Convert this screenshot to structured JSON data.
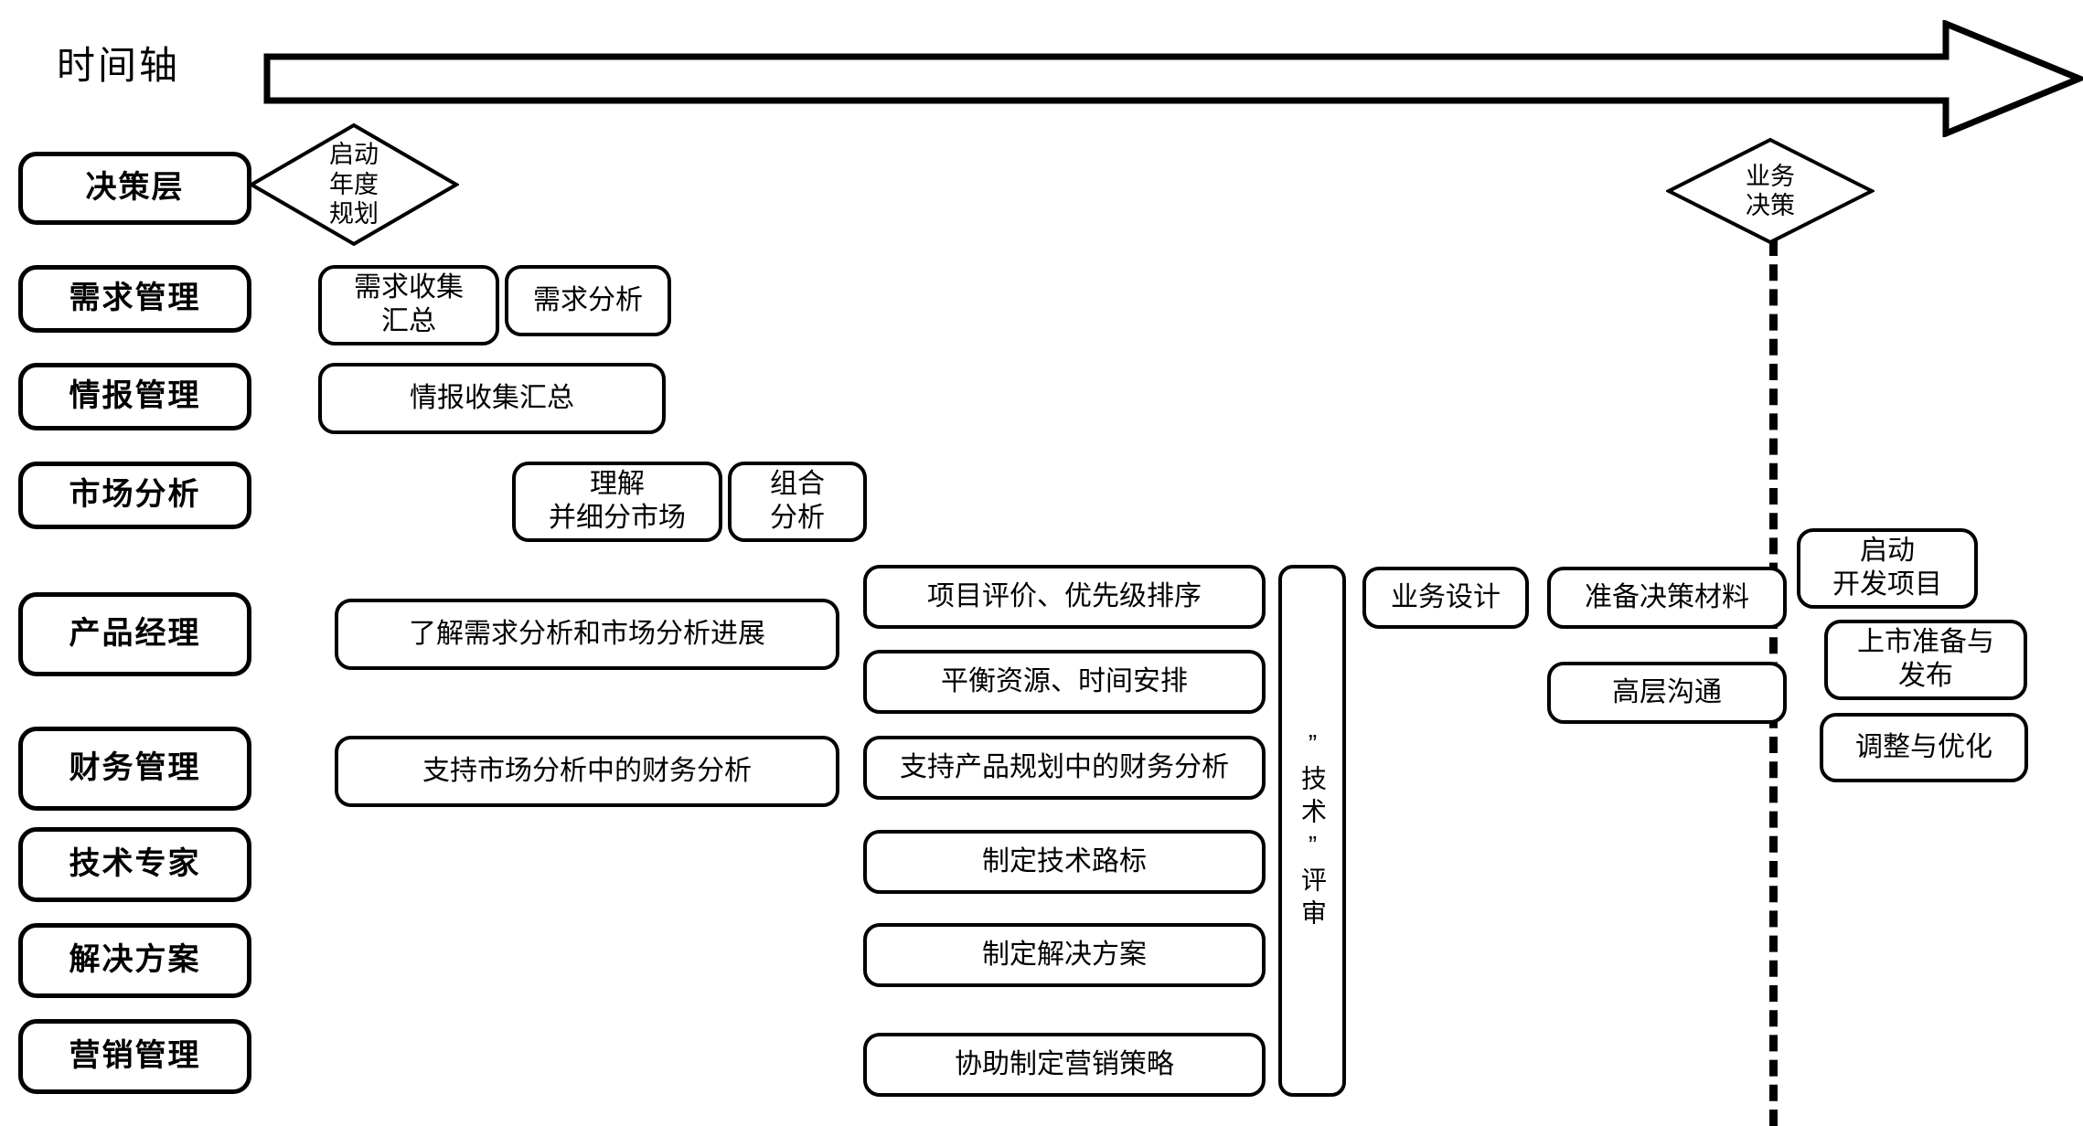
{
  "timeline": {
    "label": "时间轴",
    "arrow_icon": "right-block-arrow-icon"
  },
  "milestones": [
    {
      "id": "kickoff",
      "label": "启动\n年度\n规划",
      "lines": [
        "启动",
        "年度",
        "规划"
      ]
    },
    {
      "id": "business-decision",
      "label": "业务\n决策",
      "lines": [
        "业务",
        "决策"
      ]
    }
  ],
  "lanes": [
    {
      "id": "decision",
      "label": "决策层"
    },
    {
      "id": "demand-mgmt",
      "label": "需求管理"
    },
    {
      "id": "intel-mgmt",
      "label": "情报管理"
    },
    {
      "id": "market-analysis",
      "label": "市场分析"
    },
    {
      "id": "product-manager",
      "label": "产品经理"
    },
    {
      "id": "finance-mgmt",
      "label": "财务管理"
    },
    {
      "id": "tech-expert",
      "label": "技术专家"
    },
    {
      "id": "solution",
      "label": "解决方案"
    },
    {
      "id": "marketing-mgmt",
      "label": "营销管理"
    }
  ],
  "activities": {
    "demand_collect": {
      "lines": [
        "需求收集",
        "汇总"
      ]
    },
    "demand_analysis": {
      "lines": [
        "需求分析"
      ]
    },
    "intel_collect": {
      "lines": [
        "情报收集汇总"
      ]
    },
    "understand_segment": {
      "lines": [
        "理解",
        "并细分市场"
      ]
    },
    "portfolio_analysis": {
      "lines": [
        "组合",
        "分析"
      ]
    },
    "pm_progress": {
      "lines": [
        "了解需求分析和市场分析进展"
      ]
    },
    "fin_market": {
      "lines": [
        "支持市场分析中的财务分析"
      ]
    },
    "project_eval": {
      "lines": [
        "项目评价、优先级排序"
      ]
    },
    "balance_resource": {
      "lines": [
        "平衡资源、时间安排"
      ]
    },
    "fin_product_plan": {
      "lines": [
        "支持产品规划中的财务分析"
      ]
    },
    "tech_roadmap": {
      "lines": [
        "制定技术路标"
      ]
    },
    "make_solution": {
      "lines": [
        "制定解决方案"
      ]
    },
    "marketing_strategy": {
      "lines": [
        "协助制定营销策略"
      ]
    },
    "tech_review": {
      "text": "”技术”评审"
    },
    "business_design": {
      "lines": [
        "业务设计"
      ]
    },
    "prepare_decision_material": {
      "lines": [
        "准备决策材料"
      ]
    },
    "exec_communication": {
      "lines": [
        "高层沟通"
      ]
    },
    "start_dev_project": {
      "lines": [
        "启动",
        "开发项目"
      ]
    },
    "launch_prep_release": {
      "lines": [
        "上市准备与",
        "发布"
      ]
    },
    "adjust_optimize": {
      "lines": [
        "调整与优化"
      ]
    }
  },
  "colors": {
    "stroke": "#000000",
    "background": "#ffffff"
  }
}
